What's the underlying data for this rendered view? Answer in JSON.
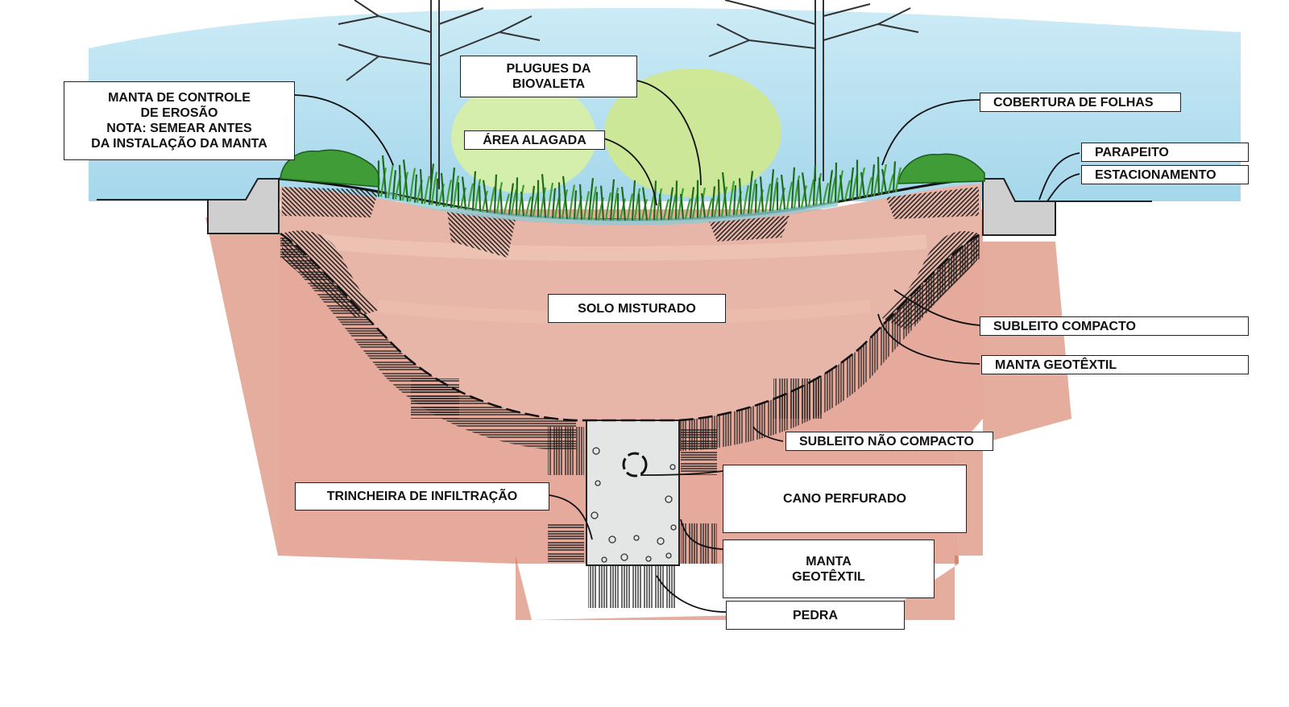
{
  "diagram": {
    "labels": {
      "manta_controle": [
        "MANTA DE CONTROLE",
        "DE EROSÃO",
        "NOTA: SEMEAR ANTES",
        "DA INSTALAÇÃO DA MANTA"
      ],
      "plugues": [
        "PLUGUES DA",
        "BIOVALETA"
      ],
      "area_alagada": "ÁREA ALAGADA",
      "cobertura": "COBERTURA DE FOLHAS",
      "parapeito": "PARAPEITO",
      "estacionamento": "ESTACIONAMENTO",
      "solo": "SOLO MISTURADO",
      "subleito_compacto": "SUBLEITO COMPACTO",
      "manta_geotextil_right": "MANTA GEOTÊXTIL",
      "subleito_nao_compacto": "SUBLEITO NÃO COMPACTO",
      "cano": "CANO PERFURADO",
      "trincheira": "TRINCHEIRA DE INFILTRAÇÃO",
      "manta_geotextil_bottom": [
        "MANTA",
        "GEOTÊXTIL"
      ],
      "pedra": "PEDRA"
    },
    "colors": {
      "sky": "#9fd6ec",
      "soil_red": "#c85a3c",
      "mixed_soil": "#e6b3a6",
      "grass": "#2f8a2a",
      "shrub": "#3c9a35",
      "concrete": "#c9c9c9",
      "gravel": "#e2e4e4"
    }
  }
}
